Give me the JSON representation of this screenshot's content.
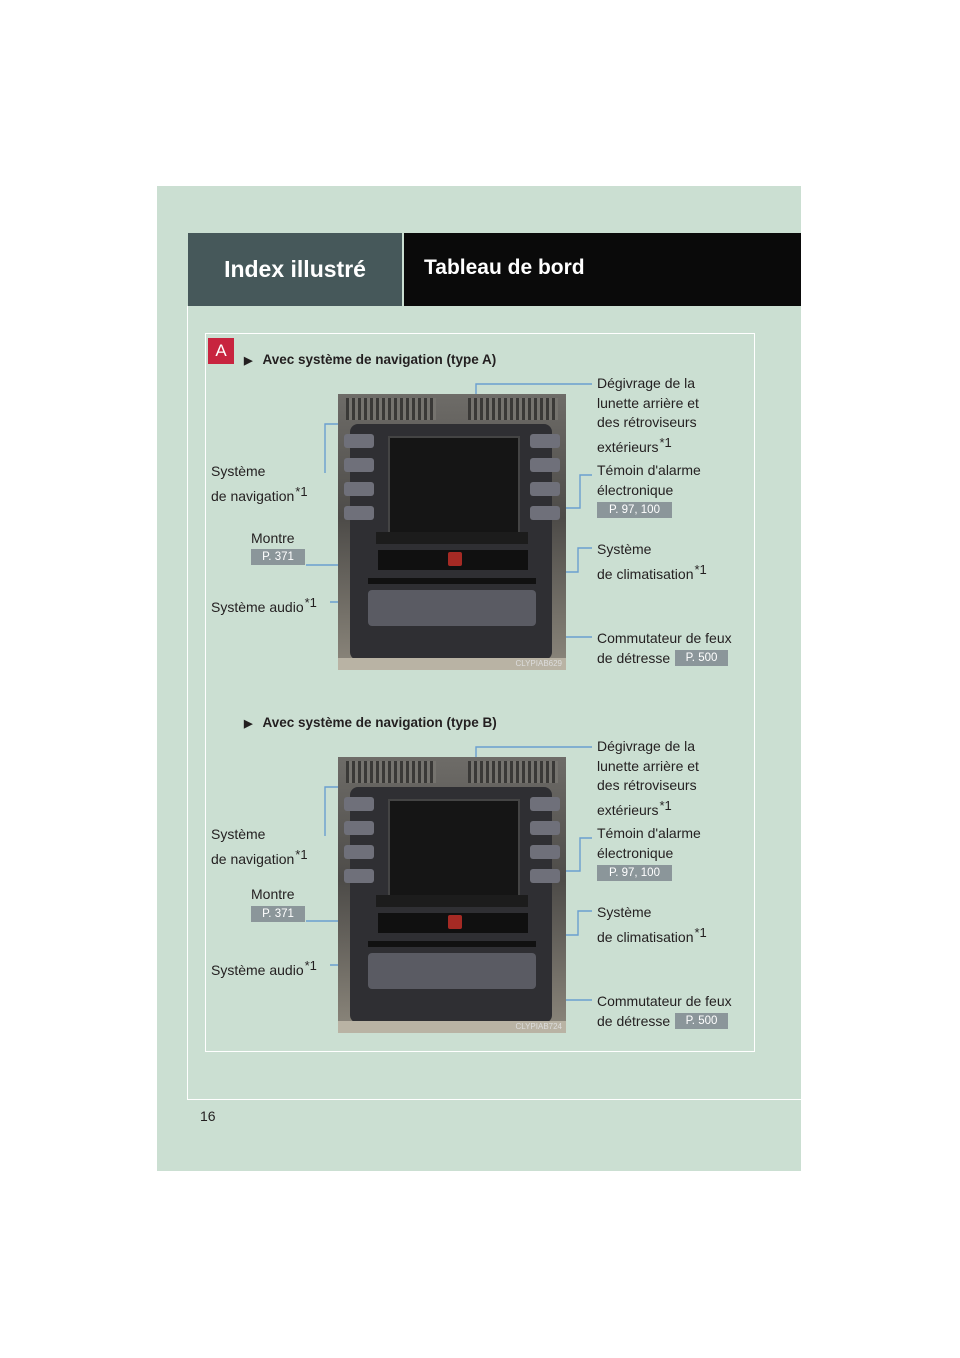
{
  "header": {
    "section": "Index illustré",
    "title": "Tableau de bord"
  },
  "marker": "A",
  "diagrams": [
    {
      "title": "Avec système de navigation (type A)",
      "image_code": "CLYPIAB629",
      "labels": {
        "defog": [
          "Dégivrage de la",
          "lunette arrière et",
          "des rétroviseurs",
          "extérieurs"
        ],
        "alarm": [
          "Témoin d'alarme",
          "électronique"
        ],
        "alarm_ref": "P. 97, 100",
        "clim": [
          "Système",
          "de climatisation"
        ],
        "hazard": [
          "Commutateur de feux",
          "de détresse"
        ],
        "hazard_ref": "P. 500",
        "nav": [
          "Système",
          "de navigation"
        ],
        "clock": "Montre",
        "clock_ref": "P. 371",
        "audio": "Système audio"
      }
    },
    {
      "title": "Avec système de navigation (type B)",
      "image_code": "CLYPIAB724",
      "labels": {
        "defog": [
          "Dégivrage de la",
          "lunette arrière et",
          "des rétroviseurs",
          "extérieurs"
        ],
        "alarm": [
          "Témoin d'alarme",
          "électronique"
        ],
        "alarm_ref": "P. 97, 100",
        "clim": [
          "Système",
          "de climatisation"
        ],
        "hazard": [
          "Commutateur de feux",
          "de détresse"
        ],
        "hazard_ref": "P. 500",
        "nav": [
          "Système",
          "de navigation"
        ],
        "clock": "Montre",
        "clock_ref": "P. 371",
        "audio": "Système audio"
      }
    }
  ],
  "footnote_mark": "*1",
  "page_number": "16",
  "colors": {
    "page_bg": "#cbdfd2",
    "header_left": "#46585a",
    "header_right": "#0a0a0a",
    "marker": "#c8243f",
    "ref_tag": "#8b969a",
    "leader": "#6a9fd0"
  }
}
